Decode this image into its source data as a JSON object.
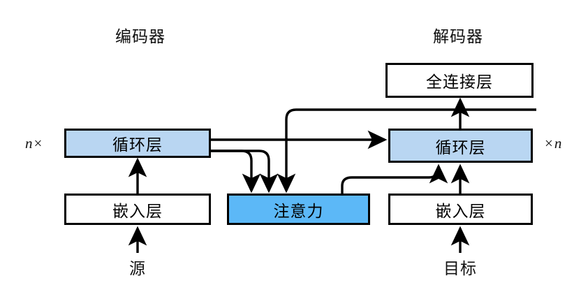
{
  "diagram": {
    "title_encoder": "编码器",
    "title_decoder": "解码器",
    "repeat_left": "n ×",
    "repeat_left_symbol": "n",
    "repeat_left_times": "×",
    "repeat_right_symbol": "n",
    "repeat_right_times": "×",
    "nodes": {
      "encoder_recurrent": "循环层",
      "encoder_embedding": "嵌入层",
      "attention": "注意力",
      "decoder_recurrent": "循环层",
      "decoder_embedding": "嵌入层",
      "decoder_dense": "全连接层"
    },
    "io": {
      "source": "源",
      "target": "目标"
    },
    "colors": {
      "recurrent_fill": "#b9d6f2",
      "attention_fill": "#5cb8f7",
      "plain_fill": "#ffffff",
      "stroke": "#000000",
      "text": "#111111",
      "background": "#ffffff"
    }
  }
}
